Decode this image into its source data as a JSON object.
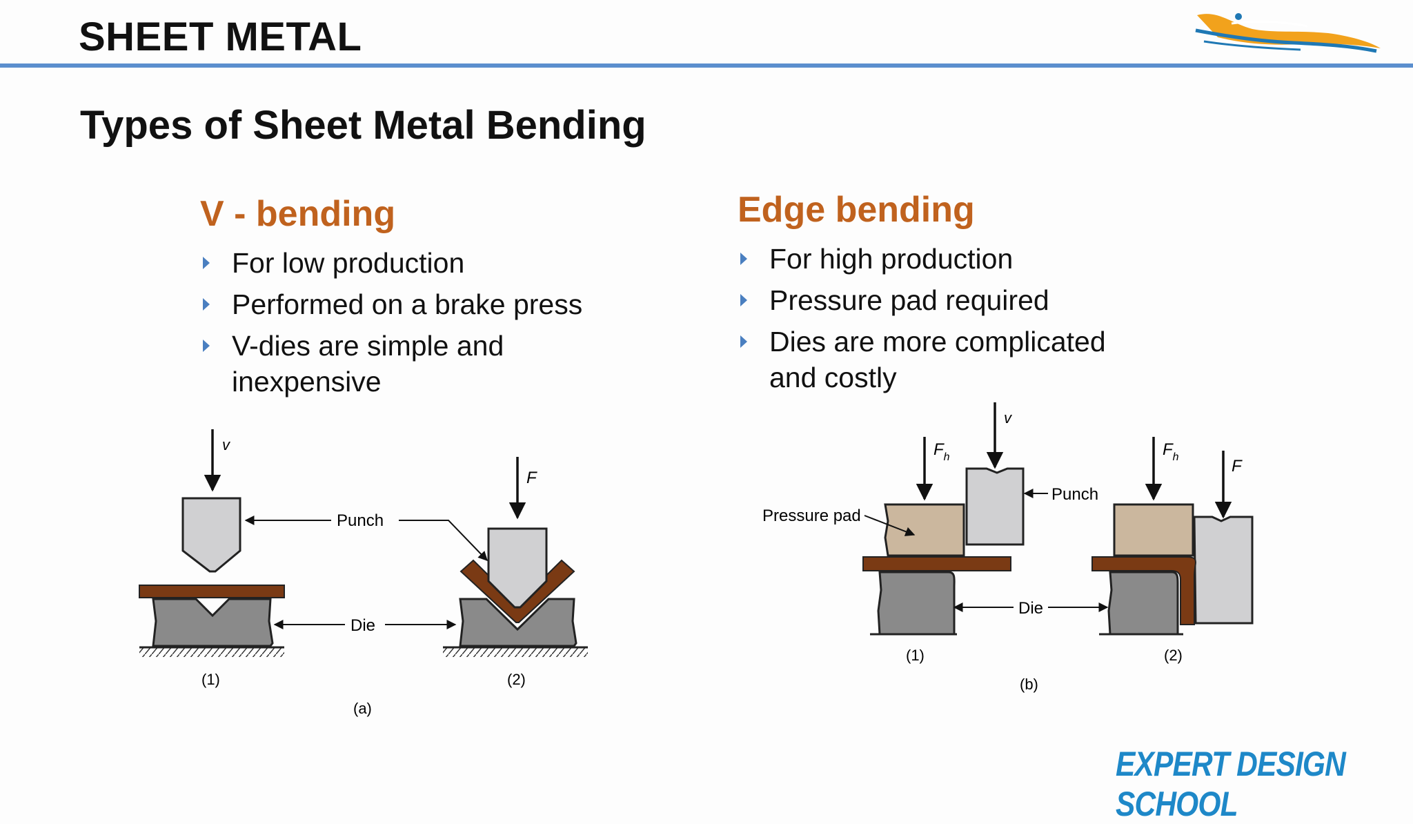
{
  "header": {
    "title": "SHEET METAL",
    "logo_icon": "sports-car-logo-icon"
  },
  "slide": {
    "title": "Types of Sheet Metal Bending"
  },
  "left": {
    "heading": "V - bending",
    "bullets": [
      "For low production",
      "Performed on a brake press",
      "V-dies are simple and inexpensive"
    ]
  },
  "right": {
    "heading": "Edge bending",
    "bullets": [
      "For high production",
      "Pressure pad required",
      "Dies are more complicated and costly"
    ]
  },
  "diagram_a": {
    "label_v": "v",
    "label_f": "F",
    "label_punch": "Punch",
    "label_die": "Die",
    "label_1": "(1)",
    "label_2": "(2)",
    "caption": "(a)"
  },
  "diagram_b": {
    "label_fh_1": "F",
    "label_fh_1_sub": "h",
    "label_v": "v",
    "label_fh_2": "F",
    "label_fh_2_sub": "h",
    "label_f": "F",
    "label_punch": "Punch",
    "label_pressure_pad": "Pressure pad",
    "label_die": "Die",
    "label_1": "(1)",
    "label_2": "(2)",
    "caption": "(b)"
  },
  "footer": {
    "brand": "EXPERT DESIGN SCHOOL"
  },
  "colors": {
    "accent_rule": "#5b8fce",
    "heading_orange": "#c0621e",
    "bullet_blue": "#4a7fc0",
    "sheet_brown": "#7a3a14",
    "die_gray": "#8a8a8a",
    "punch_gray": "#d0d0d2",
    "pad_tan": "#cbb79e",
    "brand_blue": "#1e88c8"
  }
}
